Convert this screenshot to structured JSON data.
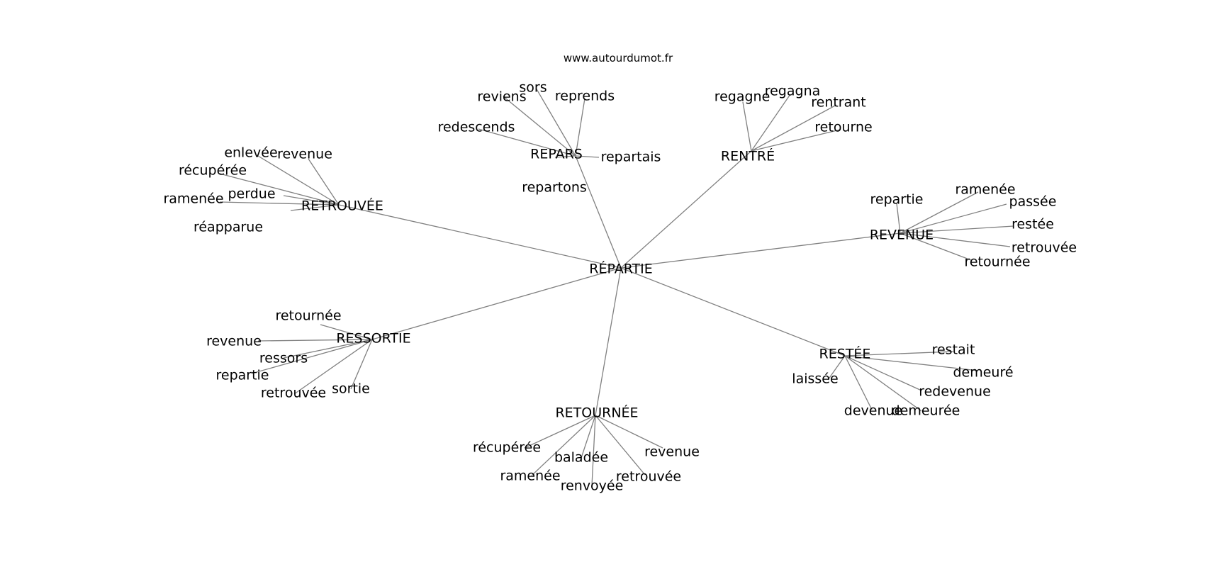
{
  "site": "www.autourdumot.fr",
  "center": "RÉPARTIE",
  "clusters": [
    {
      "label": "REPARS",
      "leaves": [
        "sors",
        "reviens",
        "reprends",
        "redescends",
        "repartais",
        "repartons"
      ]
    },
    {
      "label": "RENTRÉ",
      "leaves": [
        "regagne",
        "regagna",
        "rentrant",
        "retourne"
      ]
    },
    {
      "label": "RETROUVÉE",
      "leaves": [
        "enlevée",
        "revenue",
        "récupérée",
        "perdue",
        "ramenée",
        "réapparue"
      ]
    },
    {
      "label": "REVENUE",
      "leaves": [
        "repartie",
        "ramenée",
        "passée",
        "restée",
        "retrouvée",
        "retournée"
      ]
    },
    {
      "label": "RESSORTIE",
      "leaves": [
        "retournée",
        "revenue",
        "ressors",
        "repartie",
        "retrouvée",
        "sortie"
      ]
    },
    {
      "label": "RESTÉE",
      "leaves": [
        "restait",
        "demeuré",
        "laissée",
        "redevenue",
        "devenue",
        "demeurée"
      ]
    },
    {
      "label": "RETOURNÉE",
      "leaves": [
        "récupérée",
        "revenue",
        "baladée",
        "ramenée",
        "retrouvée",
        "renvoyée"
      ]
    }
  ]
}
